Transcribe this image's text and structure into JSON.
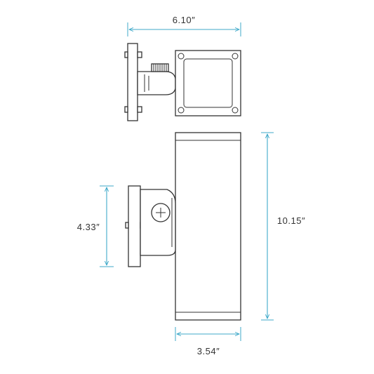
{
  "dimensions": {
    "overall_width": "6.10″",
    "plate_height": "4.33″",
    "fixture_height": "10.15″",
    "fixture_width": "3.54″"
  },
  "colors": {
    "dimension_line": "#3fa9c9",
    "outline": "#333333",
    "background": "#ffffff"
  }
}
